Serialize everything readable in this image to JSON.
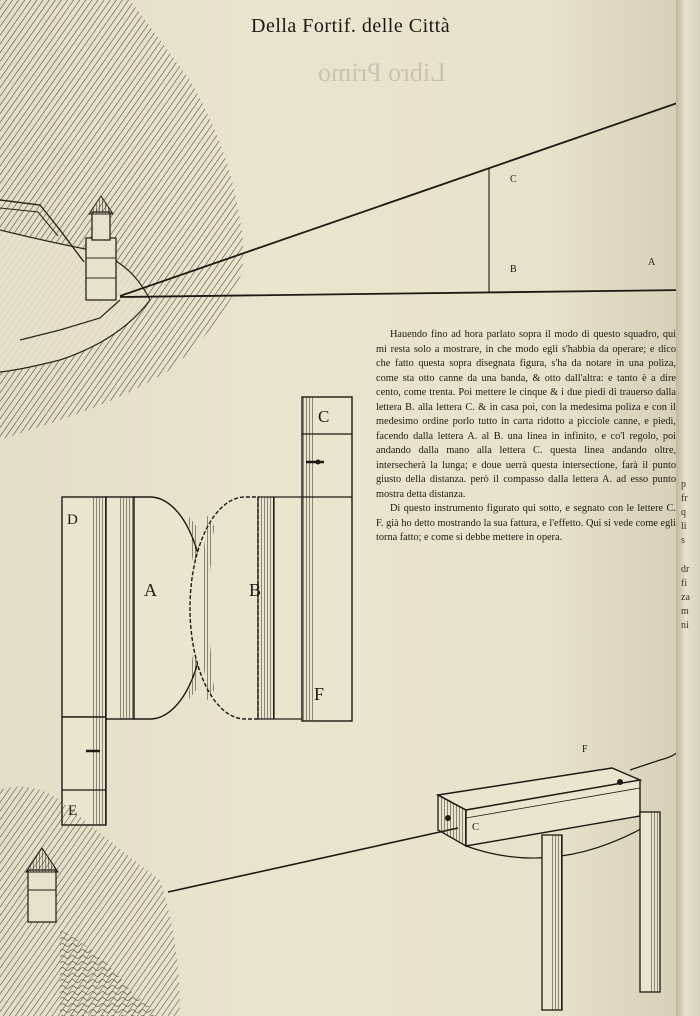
{
  "header": {
    "running_title": "Della Fortif. delle Città"
  },
  "body": {
    "paragraphs": [
      "Hauendo fino ad hora parlato sopra il modo di questo squadro, qui mi resta solo a mostrare, in che modo egli s'habbia da operare; e dico che fatto questa sopra disegnata figura, s'ha da notare in una poliza, come sta otto canne da una banda, & otto dall'altra: e tanto è a dire cento, come trenta. Poi mettere le cinque & i due piedi di trauerso dalla lettera B. alla lettera C. & in casa poi, con la medesima poliza e con il medesimo ordine porlo tutto in carta ridotto a picciole canne, e piedi, facendo dalla lettera A. al B. una linea in infinito, e co'l regolo, poi andando dalla mano alla lettera C. questa linea andando oltre, intersecherà la lunga; e doue uerrà questa intersectione, farà il punto giusto della distanza. però il compasso dalla lettera A. ad esso punto mostra detta distanza.",
      "Di questo instrumento figurato qui sotto, e segnato con le lettere C. F. già ho detto mostrando la sua fattura, e l'effetto. Qui si vede come egli torna fatto; e come si debbe mettere in opera."
    ]
  },
  "figure_top": {
    "labels": [
      "C",
      "B",
      "A"
    ]
  },
  "figure_middle": {
    "labels": [
      "C",
      "D",
      "A",
      "B",
      "F",
      "E"
    ]
  },
  "figure_bottom": {
    "labels": [
      "F",
      "C"
    ]
  },
  "bleed_through": "Libro Primo",
  "gutter_letters": [
    "p",
    "fr",
    "q",
    "li",
    "s",
    "dr",
    "fi",
    "za",
    "m",
    "ni"
  ],
  "colors": {
    "paper": "#e8e1cb",
    "ink": "#1d1914"
  }
}
